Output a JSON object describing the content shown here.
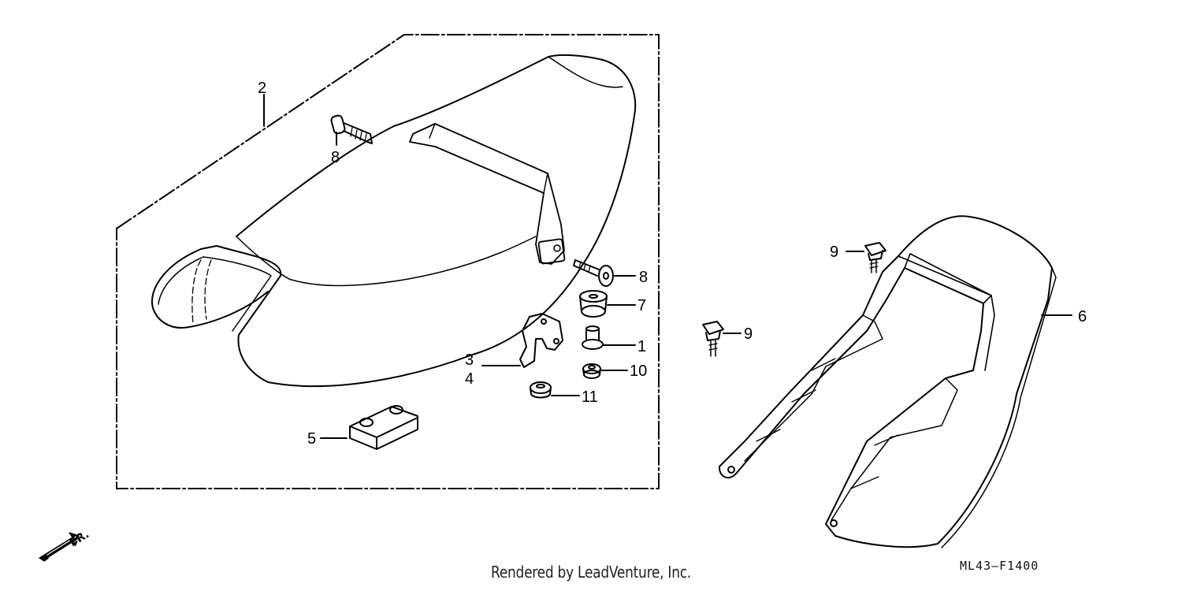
{
  "callouts": [
    "1",
    "2",
    "3",
    "4",
    "5",
    "6",
    "7",
    "8",
    "9",
    "10",
    "11"
  ],
  "direction_label": "FR.",
  "footer": {
    "credit": "Rendered by LeadVenture, Inc.",
    "diagram_code": "ML43–F1400"
  },
  "colors": {
    "ink": "#000000",
    "background": "#ffffff"
  }
}
